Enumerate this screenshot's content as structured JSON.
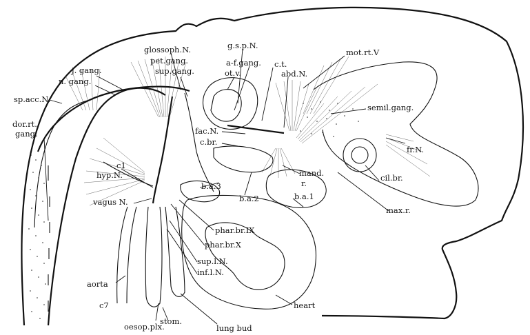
{
  "labels": {
    "glossoph_n": "glossoph.N.",
    "pet_gang": "pet.gang.",
    "sup_gang": "sup.gang.",
    "gsp_n": "g.s.p.N.",
    "af_gang": "a-f.gang.",
    "ot_v": "ot.v.",
    "ct": "c.t.",
    "abd_n": "abd.N.",
    "mot_rt_v": "mot.rt.V",
    "semil_gang": "semil.gang.",
    "j_gang": "j. gang.",
    "n_gang": "n. gang.",
    "sp_acc_n": "sp.acc.N.",
    "dor_rt": "dor.rt.",
    "gang": "gang.",
    "fac_n": "fac.N.",
    "c_br": "c.br.",
    "c1": "c1",
    "hyp_n": "hyp.N.",
    "vagus_n": "vagus N.",
    "ba3": "b.a.3",
    "ba2": "b.a.2",
    "mand": "mand.",
    "r": "r.",
    "ba1": "b.a.1",
    "cil_br": "cil.br.",
    "fr_n": "fr.N.",
    "max_r": "max.r.",
    "phar_br_ix": "phar.br.IX",
    "phar_br_x": "phar.br.X",
    "sup_l_n": "sup.l.N.",
    "inf_l_n": "inf.l.N.",
    "aorta": "aorta",
    "c7": "c7",
    "heart": "heart",
    "oesop_plx": "oesop.plx.",
    "stom": "stom.",
    "lung_bud": "lung bud"
  }
}
